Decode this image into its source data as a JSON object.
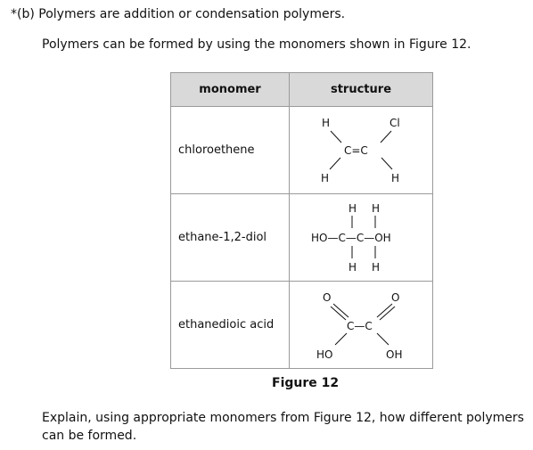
{
  "question": {
    "label": "*(b) Polymers are addition or condensation polymers."
  },
  "intro": "Polymers can be formed by using the monomers shown in Figure 12.",
  "table": {
    "headers": {
      "monomer": "monomer",
      "structure": "structure"
    },
    "rows": [
      {
        "name": "chloroethene",
        "atoms": {
          "h1": "H",
          "cl": "Cl",
          "c_group": "C=C",
          "h2": "H",
          "h3": "H"
        }
      },
      {
        "name": "ethane-1,2-diol",
        "atoms": {
          "h_top1": "H",
          "h_top2": "H",
          "chain": "HO—C—C—OH",
          "h_bot1": "H",
          "h_bot2": "H"
        }
      },
      {
        "name": "ethanedioic acid",
        "atoms": {
          "o1": "O",
          "o2": "O",
          "cc": "C—C",
          "ho": "HO",
          "oh": "OH"
        }
      }
    ]
  },
  "figure_caption": "Figure 12",
  "prompt": "Explain, using appropriate monomers from Figure 12, how different polymers can be formed."
}
